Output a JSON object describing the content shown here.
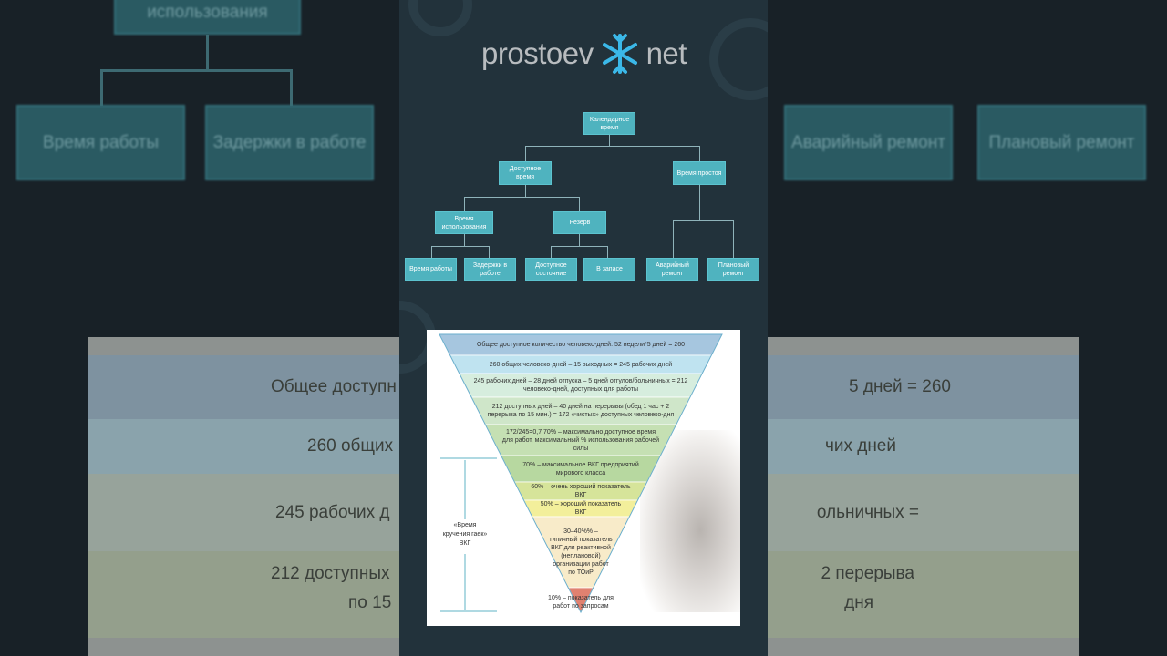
{
  "logo": {
    "left": "prostoev",
    "right": "net",
    "brand_color": "#3bb8e8"
  },
  "tree": {
    "root": "Календарное время",
    "available": "Доступное время",
    "downtime": "Время простоя",
    "usage": "Время использования",
    "reserve": "Резерв",
    "work": "Время работы",
    "delays": "Задержки в работе",
    "ready": "Доступное состояние",
    "stock": "В запасе",
    "emergency": "Аварийный ремонт",
    "planned": "Плановый ремонт"
  },
  "pyramid": {
    "bands": [
      "Общее доступное количество человеко-дней: 52 недели*5 дней = 260",
      "260 общих человеко-дней – 15 выходных = 245 рабочих дней",
      "245 рабочих дней – 28 дней отпуска – 5 дней отгулов/больничных = 212 человеко-дней, доступных для работы",
      "212 доступных дней – 40 дней на перерывы (обед 1 час + 2 перерыва по 15 мин.) = 172 «чистых» доступных человеко-дня",
      "172/245=0,7 70% – максимально доступное время для работ, максимальный % использования рабочей силы",
      "70% – максимальное ВКГ предприятий мирового класса",
      "60% – очень хороший показатель ВКГ",
      "50% – хороший показатель ВКГ",
      "30–40%% – типичный показатель ВКГ для реактивной (неплановой) организации работ по ТОиР",
      "10% – показатель для работ по запросам"
    ],
    "bracket_label": "«Время кручения гаек» ВКГ"
  },
  "background": {
    "left": [
      "использования",
      "Время работы",
      "Задержки в работе"
    ],
    "right": [
      "Аварийный ремонт",
      "Плановый ремонт"
    ],
    "bands_left": [
      "Общее доступн",
      "260 общих",
      "245 рабочих д",
      "212 доступных",
      "по 15"
    ],
    "bands_right": [
      "5 дней = 260",
      "чих дней",
      "ольничных =",
      "2 перерыва",
      "дня"
    ]
  }
}
